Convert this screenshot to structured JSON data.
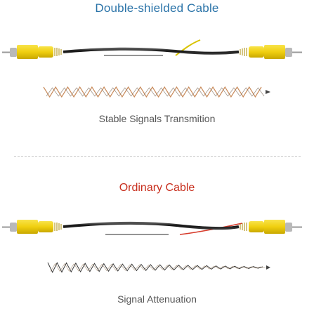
{
  "top": {
    "title": "Double-shielded Cable",
    "caption": "Stable Signals Transmition"
  },
  "bottom": {
    "title": "Ordinary Cable",
    "caption": "Signal Attenuation"
  },
  "colors": {
    "title_top": "#2a73a8",
    "title_bottom": "#c8301f",
    "caption": "#555555",
    "connector_yellow": "#f2d21a",
    "cable_black": "#1a1a1a",
    "top_wave": "#c88a5a",
    "bottom_wave": "#3a3a3a"
  }
}
